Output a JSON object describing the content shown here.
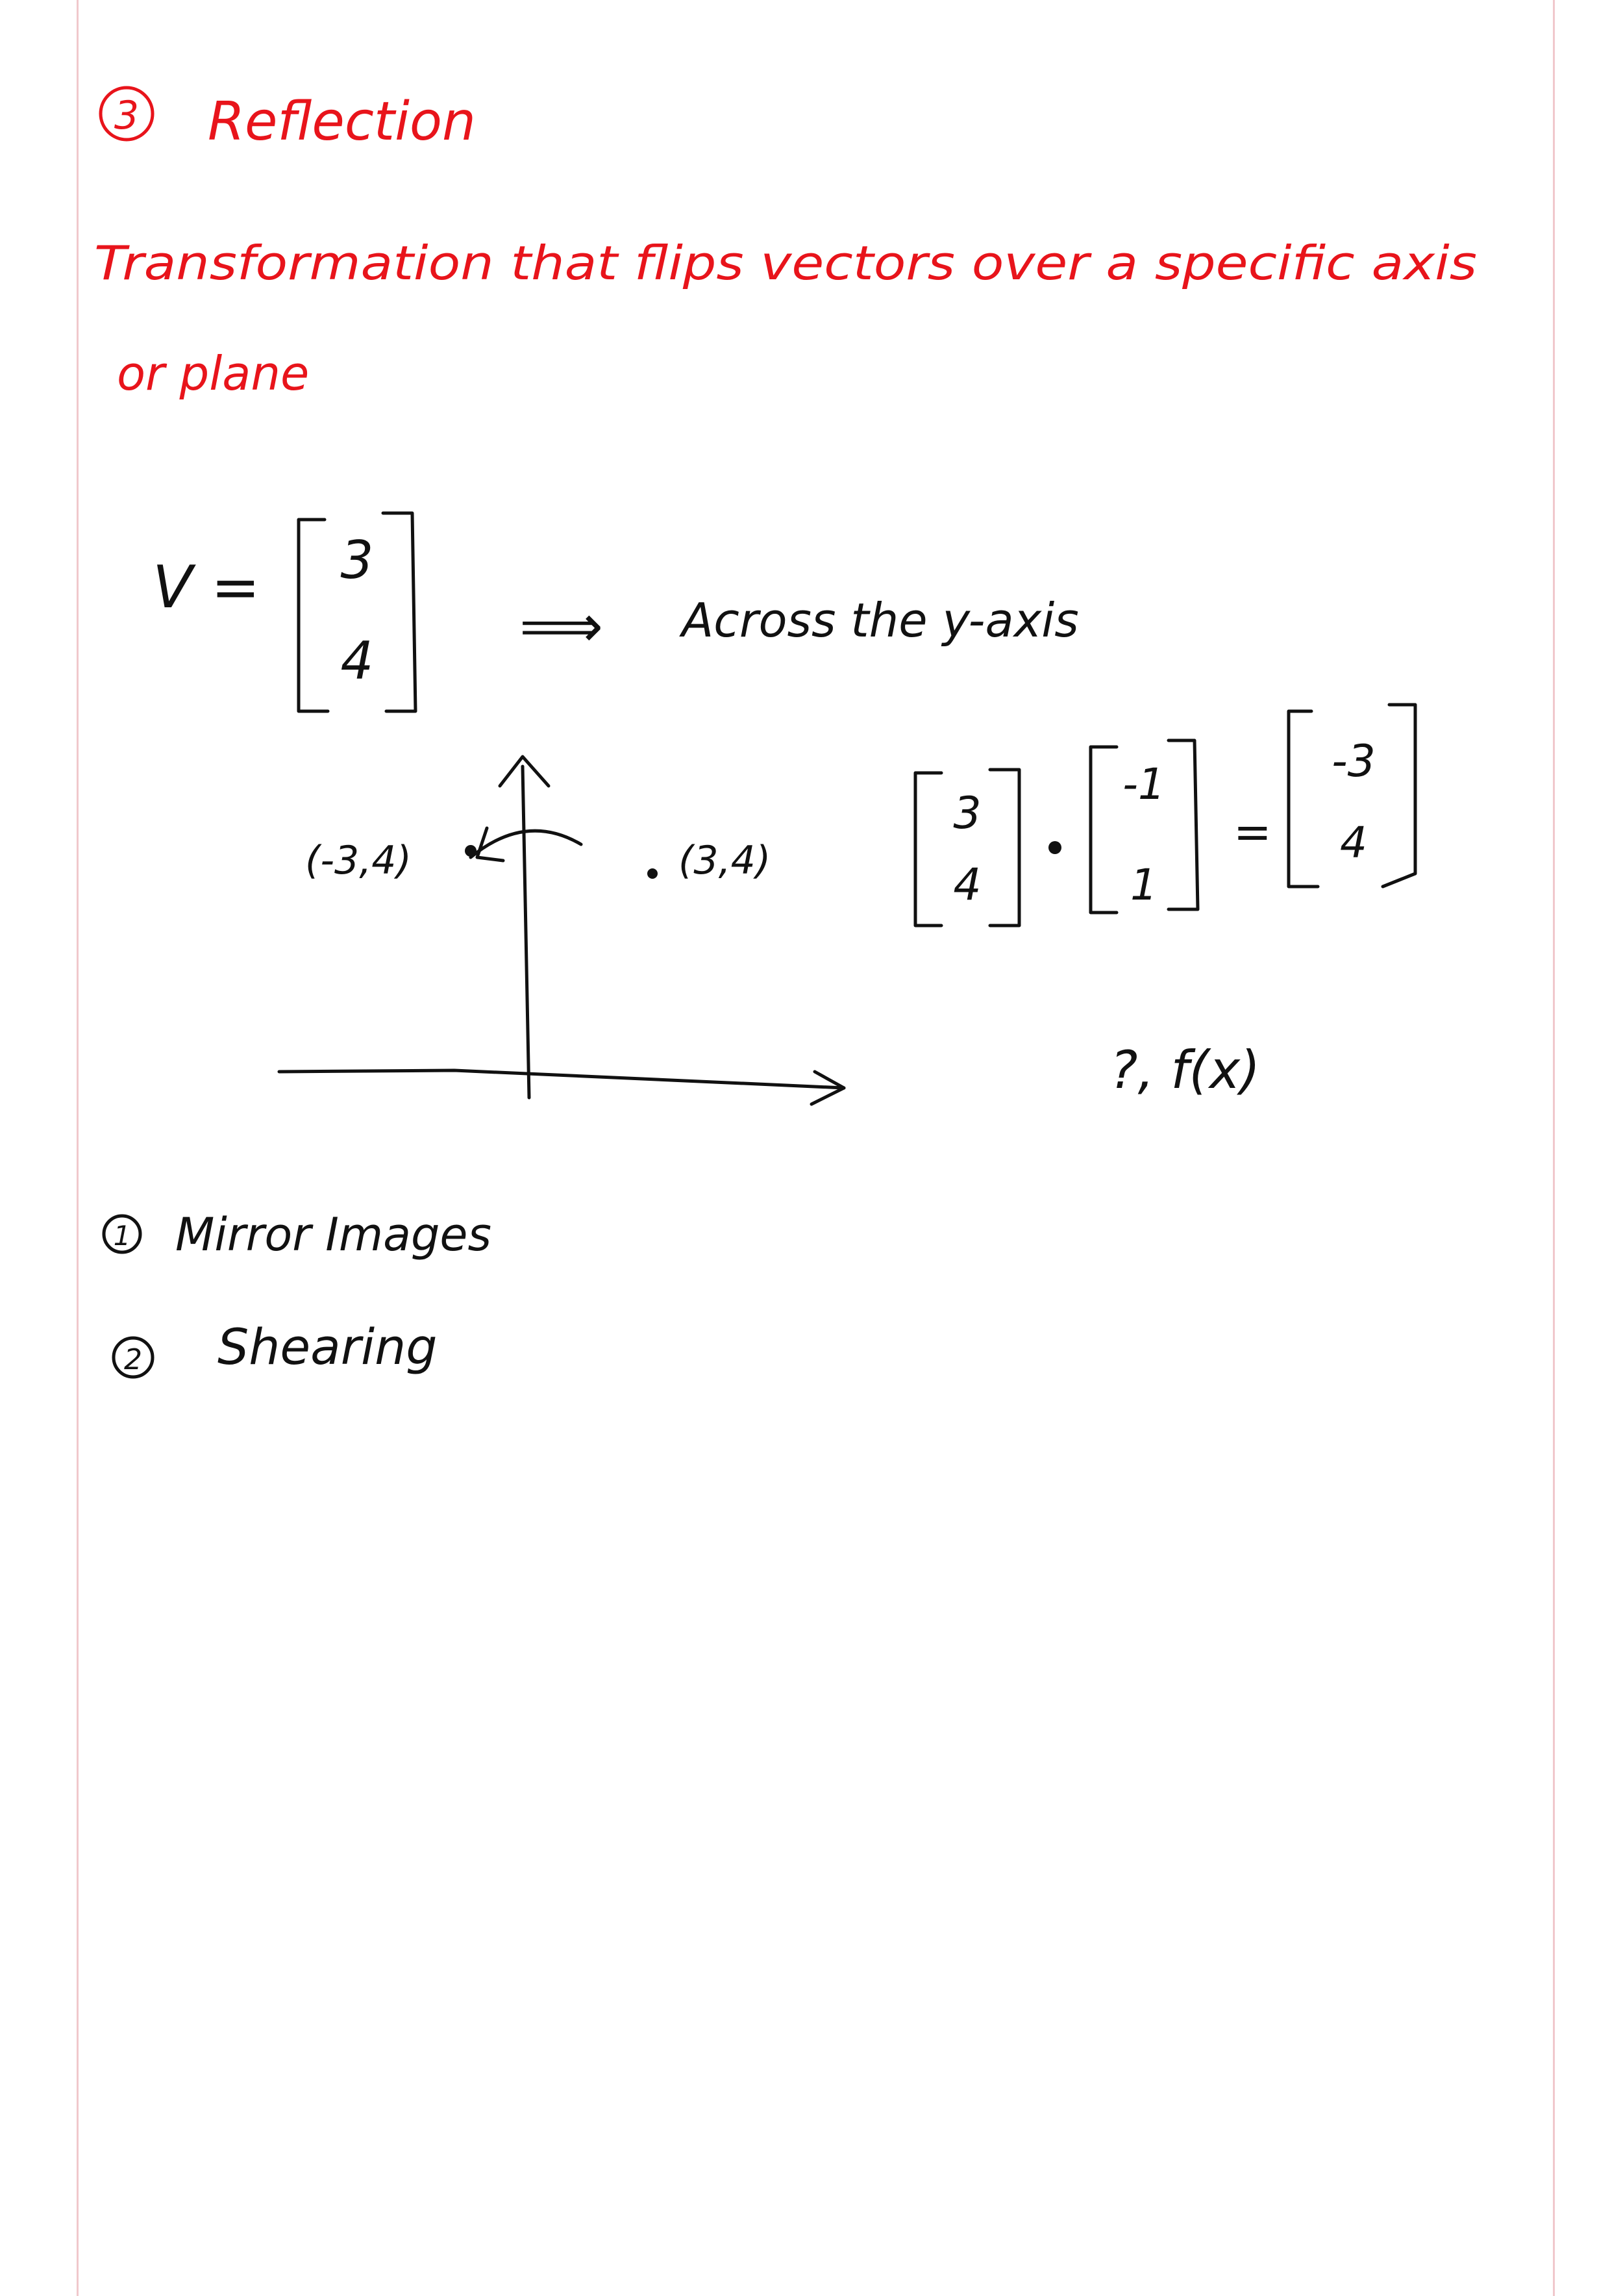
{
  "colors": {
    "ink_red": "#e8141b",
    "ink_black": "#111111",
    "page_margin": "#f0c8cc",
    "paper": "#ffffff"
  },
  "heading": {
    "number": "3",
    "title": "Reflection"
  },
  "definition": {
    "line1": "Transformation that flips vectors over a specific axis",
    "line2": "or plane"
  },
  "example": {
    "vector_name": "V =",
    "vector": [
      "3",
      "4"
    ],
    "implies": "⟹",
    "description": "Across the y-axis"
  },
  "graph": {
    "point_left": "(-3,4)",
    "point_right": "(3,4)"
  },
  "computation": {
    "vec_a": [
      "3",
      "4"
    ],
    "vec_b": [
      "-1",
      "1"
    ],
    "equals": "=",
    "result": [
      "-3",
      "4"
    ],
    "note": "?, f(x)"
  },
  "applications": [
    {
      "number": "1",
      "text": "Mirror Images"
    },
    {
      "number": "2",
      "text": "Shearing"
    }
  ]
}
